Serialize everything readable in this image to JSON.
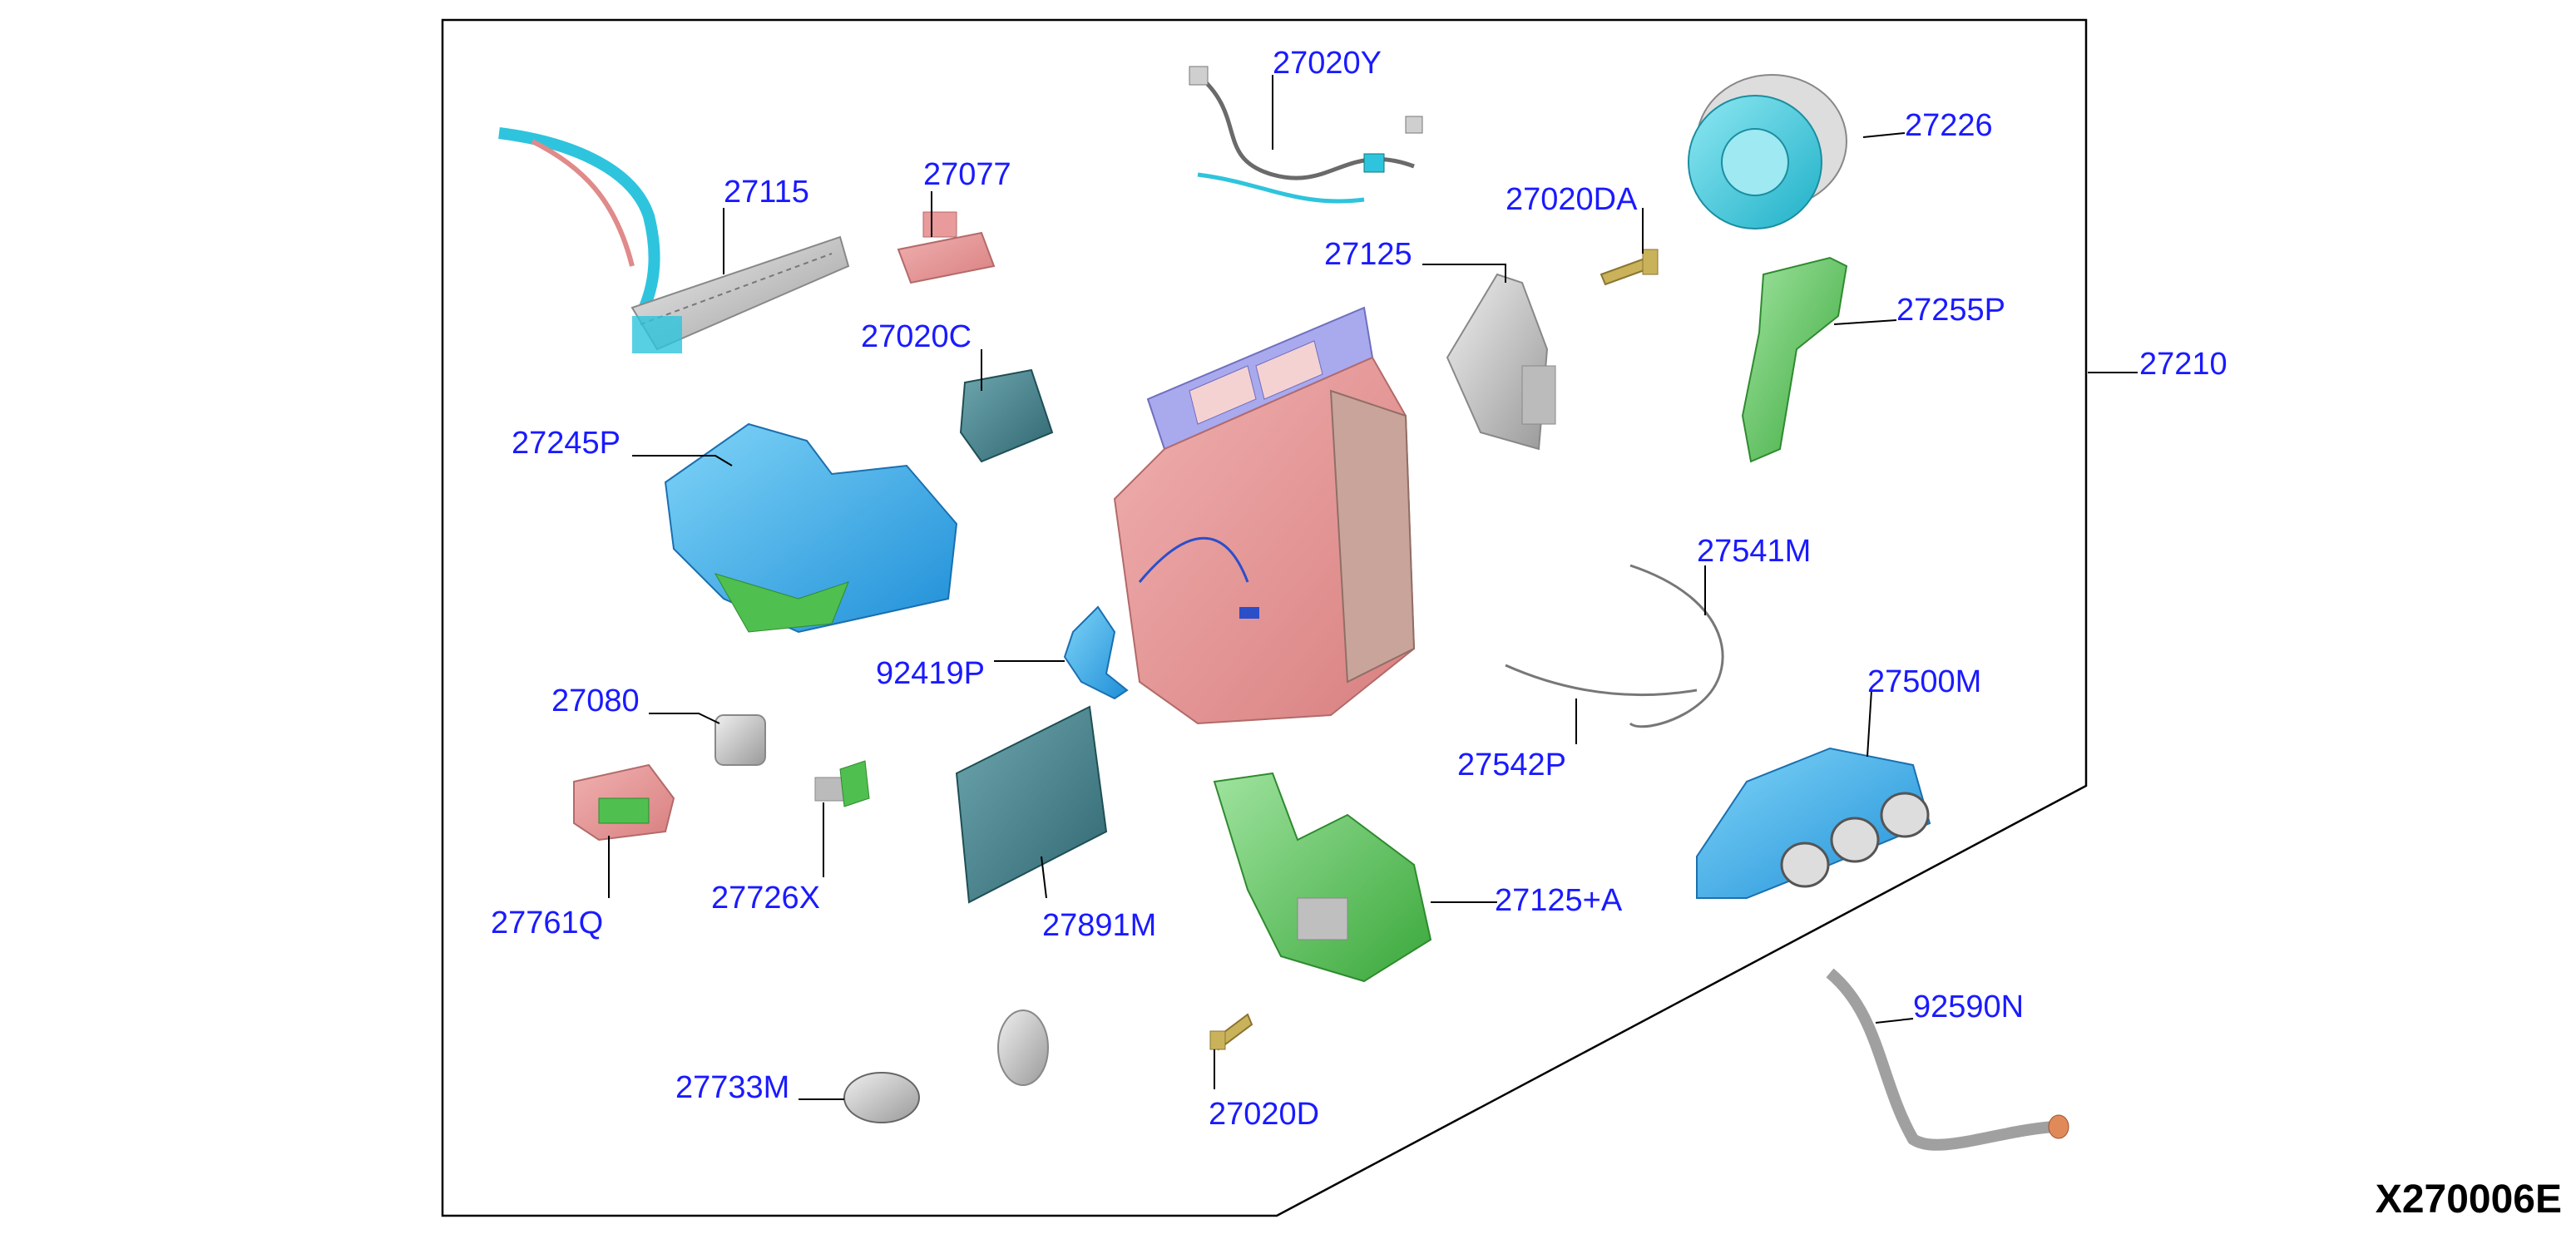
{
  "diagram_code": "X270006E",
  "callouts": {
    "p27020Y": "27020Y",
    "p27226": "27226",
    "p27115": "27115",
    "p27077": "27077",
    "p27020DA": "27020DA",
    "p27125": "27125",
    "p27255P": "27255P",
    "p27020C": "27020C",
    "p27210": "27210",
    "p27245P": "27245P",
    "p27541M": "27541M",
    "p92419P": "92419P",
    "p27500M": "27500M",
    "p27080": "27080",
    "p27542P": "27542P",
    "p27726X": "27726X",
    "p27125A": "27125+A",
    "p27761Q": "27761Q",
    "p27891M": "27891M",
    "p92590N": "92590N",
    "p27733M": "27733M",
    "p27020D": "27020D"
  },
  "colors": {
    "label": "#1a1aff",
    "cyan_part": "#2ec4dd",
    "blue_part": "#2a9fe8",
    "green_part": "#4fbf4f",
    "pink_part": "#e99a9a",
    "lavender_part": "#a9a9ee",
    "teal_part": "#3f7f8a",
    "grey_part": "#bfbfbf",
    "brass_part": "#c9b25a"
  }
}
